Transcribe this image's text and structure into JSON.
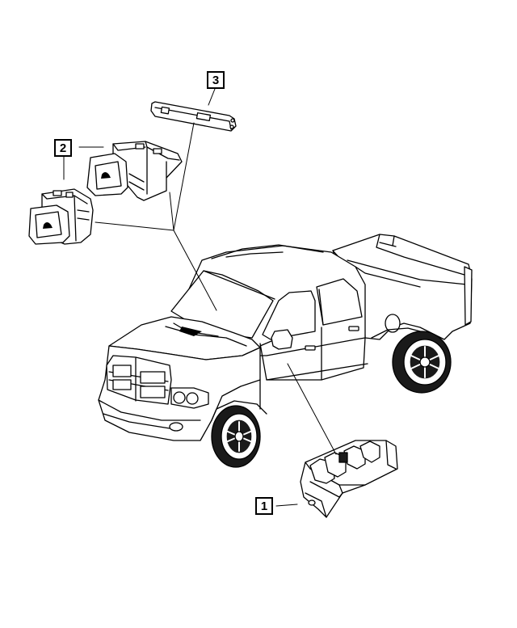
{
  "callouts": [
    {
      "label": "1"
    },
    {
      "label": "2"
    },
    {
      "label": "3"
    }
  ],
  "colors": {
    "line": "#000000",
    "background": "#ffffff",
    "tire": "#1a1a1a"
  }
}
